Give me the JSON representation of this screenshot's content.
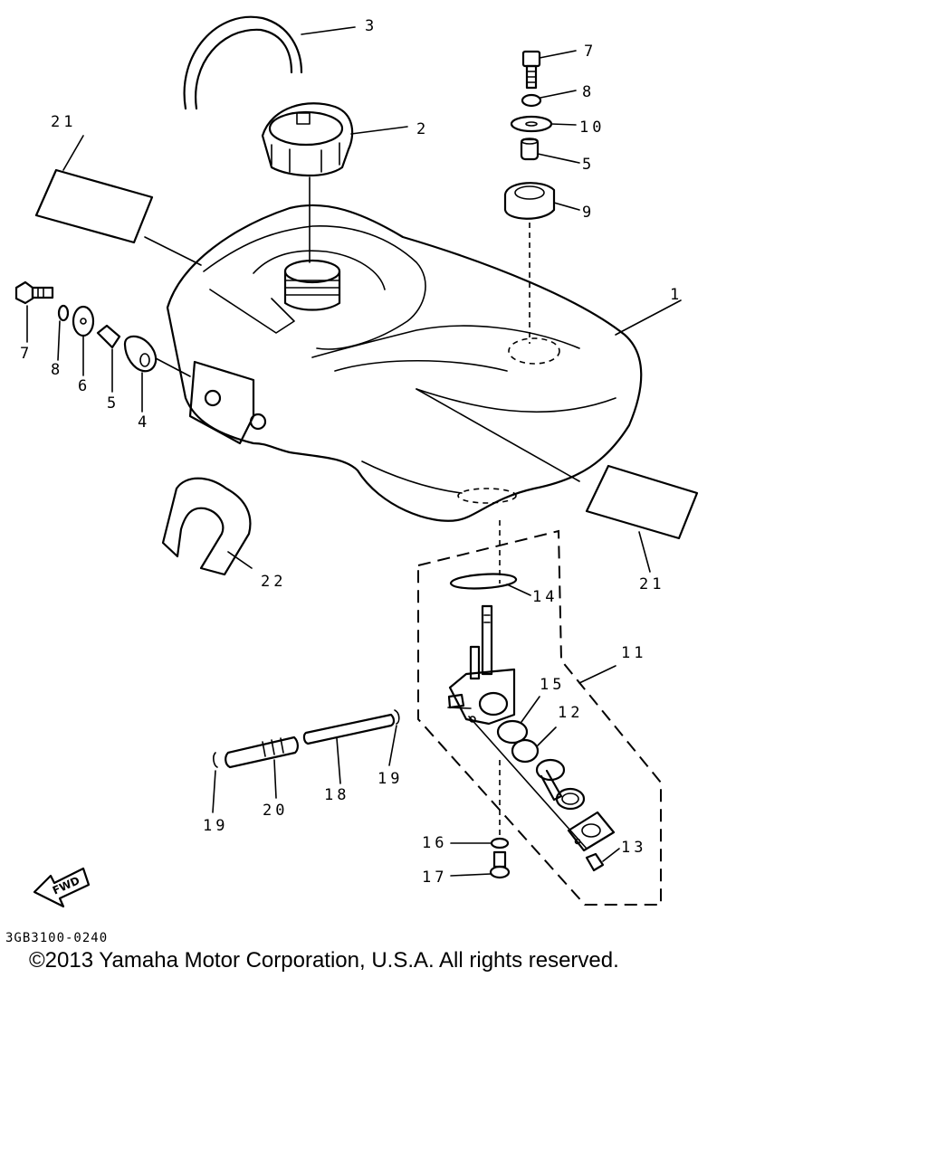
{
  "callouts": {
    "n1": "1",
    "n2": "2",
    "n3": "3",
    "n4": "4",
    "n5a": "5",
    "n5b": "5",
    "n6": "6",
    "n7a": "7",
    "n7b": "7",
    "n8a": "8",
    "n8b": "8",
    "n9": "9",
    "n10": "10",
    "n11": "11",
    "n12": "12",
    "n13": "13",
    "n14": "14",
    "n15": "15",
    "n16": "16",
    "n17": "17",
    "n18": "18",
    "n19a": "19",
    "n19b": "19",
    "n20": "20",
    "n21a": "21",
    "n21b": "21",
    "n22": "22"
  },
  "fwd_label": "FWD",
  "diagram_code": "3GB3100-0240",
  "copyright": "©2013 Yamaha Motor Corporation, U.S.A. All rights reserved."
}
